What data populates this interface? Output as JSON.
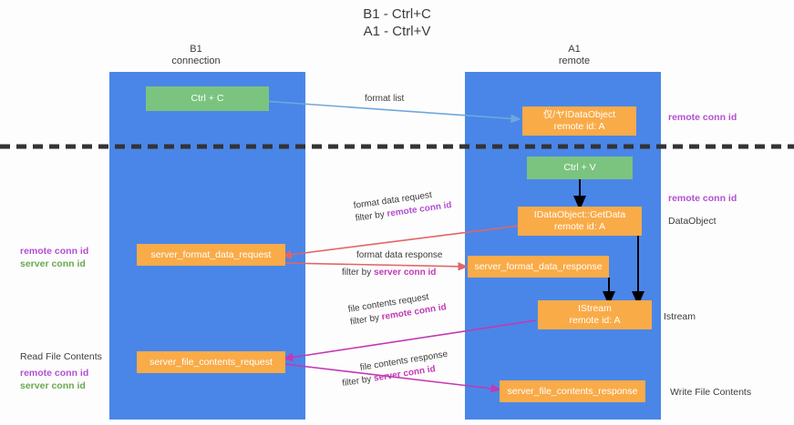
{
  "diagram": {
    "title": "B1 - Ctrl+C\nA1 - Ctrl+V",
    "columns": [
      {
        "name": "B1",
        "sub": "connection",
        "header": "B1\nconnection"
      },
      {
        "name": "A1",
        "sub": "remote",
        "header": "A1\nremote"
      }
    ],
    "colors": {
      "lane": "#4a86e8",
      "green_node": "#7bc47f",
      "orange_node": "#f9ab48",
      "purple_accent": "#b34fd1",
      "green_accent": "#6aa84f",
      "magenta_accent": "#c239b3",
      "arrow_blue": "#6fa8dc",
      "arrow_red": "#e06666",
      "arrow_magenta": "#c239b3",
      "arrow_black": "#000000",
      "divider": "#333333"
    },
    "nodes": {
      "ctrl_c": "Ctrl + C",
      "idataobject": "仅/ヤIDataObject\nremote id: A",
      "ctrl_v": "Ctrl + V",
      "getdata": "IDataObject::GetData\nremote id: A",
      "server_format_data_request": "server_format_data_request",
      "server_format_data_response": "server_format_data_response",
      "istream": "IStream\nremote id: A",
      "server_file_contents_request": "server_file_contents_request",
      "server_file_contents_response": "server_file_contents_response"
    },
    "edge_labels": {
      "format_list": "format list",
      "format_data_request": "format data request",
      "format_data_request_filter_prefix": "filter by ",
      "format_data_request_filter_value": "remote conn id",
      "format_data_response": "format data response",
      "format_data_response_filter_prefix": "filter by ",
      "format_data_response_filter_value": "server conn id",
      "file_contents_request": "file contents request",
      "file_contents_request_filter_prefix": "filter by ",
      "file_contents_request_filter_value": "remote conn id",
      "file_contents_response": "file contents response",
      "file_contents_response_filter_prefix": "filter by ",
      "file_contents_response_filter_value": "server conn id"
    },
    "right_labels": {
      "remote_conn_id_top": "remote conn id",
      "remote_conn_id_mid": "remote conn id",
      "dataobject": "DataObject",
      "istream": "Istream",
      "write_file_contents": "Write File Contents"
    },
    "left_labels": {
      "remote_conn_id": "remote conn id",
      "server_conn_id": "server conn id",
      "read_file_contents": "Read File Contents",
      "remote_conn_id_2": "remote conn id",
      "server_conn_id_2": "server conn id"
    }
  }
}
